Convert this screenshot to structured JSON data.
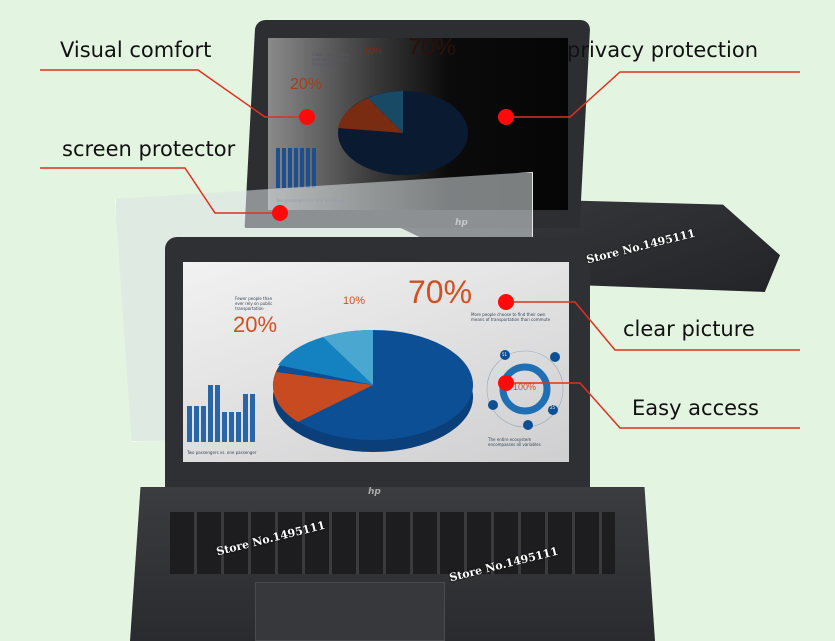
{
  "callouts": {
    "visual_comfort": "Visual comfort",
    "privacy_protection": "privacy protection",
    "screen_protector": "screen protector",
    "clear_picture": "clear picture",
    "easy_access": "Easy access"
  },
  "screen": {
    "fewer_people": "Fewer people than ever rely on public transportation",
    "pct_20": "20%",
    "pct_10": "10%",
    "pct_70": "70%",
    "more_people": "More people choose to find their own means of transportation than commute",
    "pct_100": "100%",
    "num_51": "51",
    "num_25": "25",
    "ecosystem": "The entire ecosystem encompasses all variables",
    "passengers": "Two passengers vs. one passenger"
  },
  "brand": "hp",
  "watermark": "Store No.1495111",
  "colors": {
    "accent_red": "#ff0a0a",
    "orange": "#d05022",
    "blue": "#0d4f94"
  }
}
